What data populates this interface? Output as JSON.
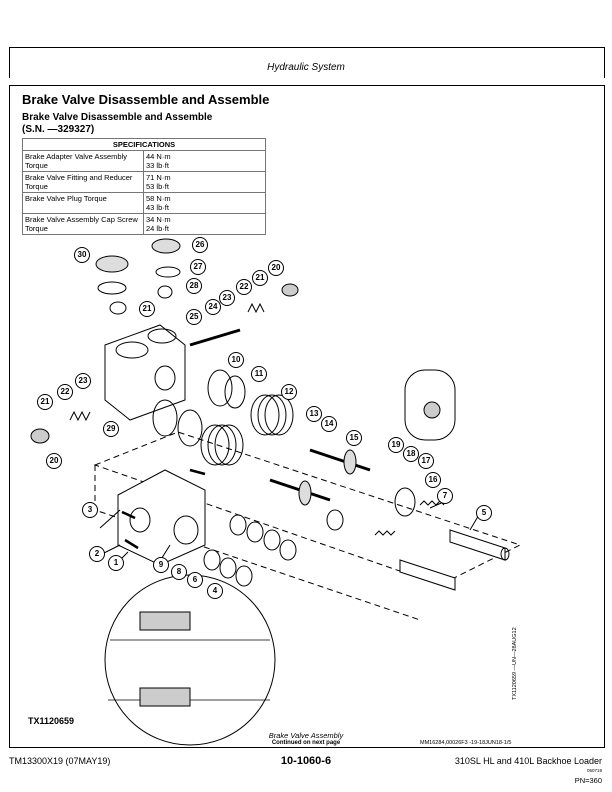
{
  "header": {
    "section": "Hydraulic System"
  },
  "title": "Brake Valve Disassemble and Assemble",
  "subtitle_line1": "Brake Valve Disassemble and Assemble",
  "subtitle_line2": "(S.N. —329327)",
  "specs": {
    "heading": "SPECIFICATIONS",
    "rows": [
      {
        "name": "Brake Adapter Valve Assembly Torque",
        "v1": "44 N·m",
        "v2": "33 lb·ft"
      },
      {
        "name": "Brake Valve Fitting and Reducer Torque",
        "v1": "71 N·m",
        "v2": "53 lb·ft"
      },
      {
        "name": "Brake Valve Plug Torque",
        "v1": "58 N·m",
        "v2": "43 lb·ft"
      },
      {
        "name": "Brake Valve Assembly Cap Screw Torque",
        "v1": "34 N·m",
        "v2": "24 lb·ft"
      }
    ]
  },
  "figure": {
    "callouts": [
      "1",
      "2",
      "3",
      "4",
      "5",
      "6",
      "7",
      "8",
      "9",
      "10",
      "11",
      "12",
      "13",
      "14",
      "15",
      "16",
      "17",
      "18",
      "19",
      "20",
      "20",
      "21",
      "21",
      "21",
      "22",
      "22",
      "23",
      "23",
      "24",
      "25",
      "26",
      "27",
      "28",
      "29",
      "30"
    ],
    "id": "TX1120659",
    "caption": "Brake Valve Assembly",
    "continued": "Continued on next page",
    "vertical_code": "TX1120659 —UN—28AUG12",
    "doc_code": "MM16284,00026F3 -19-18JUN18-1/5"
  },
  "footer": {
    "left": "TM13300X19 (07MAY19)",
    "center": "10-1060-6",
    "right": "310SL HL and 410L Backhoe Loader",
    "small": "050719",
    "pn": "PN=360"
  }
}
